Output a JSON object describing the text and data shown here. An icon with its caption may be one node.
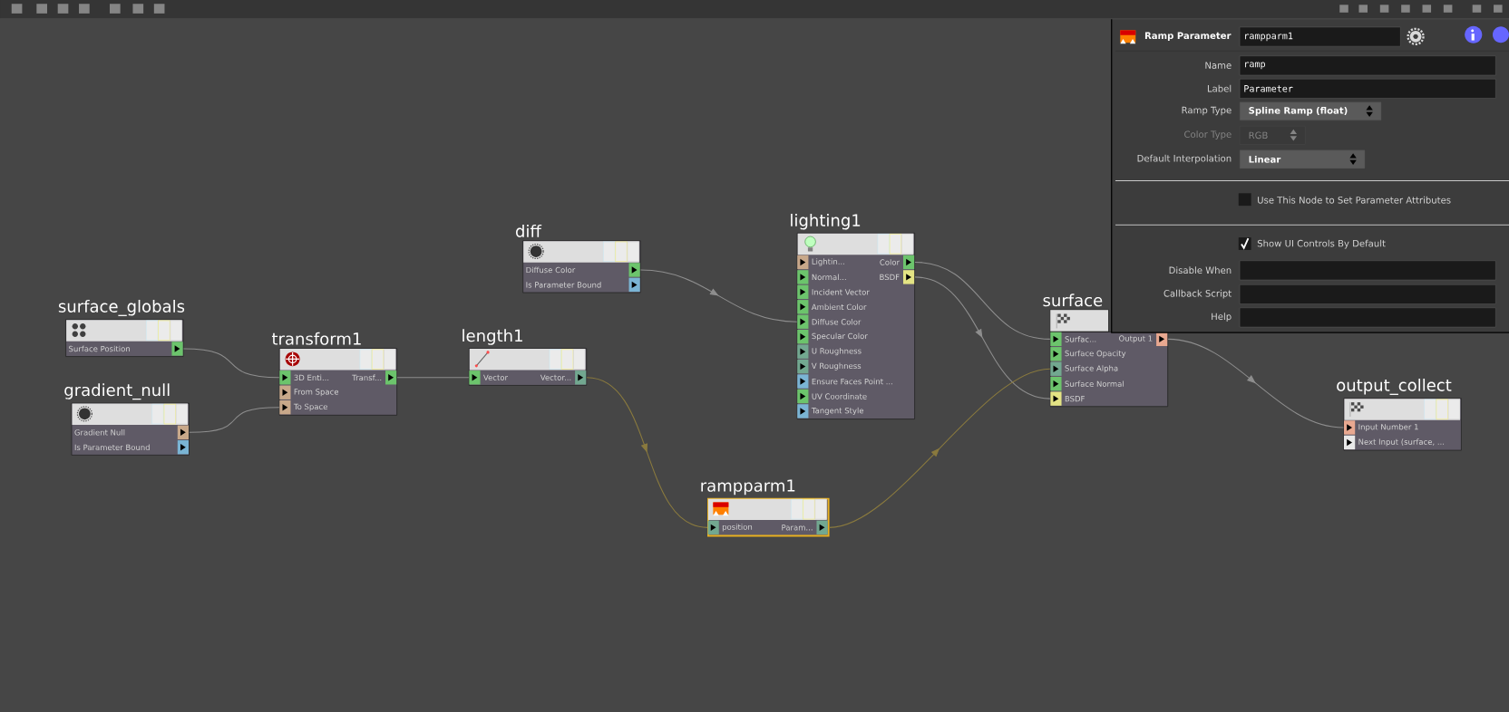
{
  "diagram": {
    "nodes": [
      {
        "text": [
          "surface_globals",
          "Surface Position"
        ]
      },
      {
        "text": [
          "gradient_null",
          "Gradient Null",
          "Is Parameter Bound"
        ]
      },
      {
        "text": [
          "transform1",
          "3D Enti...",
          "Transf...",
          "From Space",
          "To Space"
        ]
      },
      {
        "text": [
          "length1",
          "Vector",
          "Vector..."
        ]
      },
      {
        "text": [
          "diff",
          "Diffuse Color",
          "Is Parameter Bound"
        ]
      },
      {
        "text": [
          "lighting1",
          "Lightin...",
          "Color",
          "Normal...",
          "BSDF",
          "Incident Vector",
          "Ambient Color",
          "Diffuse Color",
          "Specular Color",
          "U Roughness",
          "V Roughness",
          "Ensure Faces Point ...",
          "UV Coordinate",
          "Tangent Style"
        ]
      },
      {
        "text": [
          "rampparm1",
          "position",
          "Param..."
        ]
      },
      {
        "text": [
          "surface",
          "Surfac...",
          "Output 1",
          "Surface Opacity",
          "Surface Alpha",
          "Surface Normal",
          "BSDF"
        ]
      },
      {
        "text": [
          "output_collect",
          "Input Number 1",
          "Next Input (surface, ..."
        ]
      },
      {
        "text": [
          "Ramp Parameter"
        ]
      },
      {
        "text": [
          "rampparm1"
        ],
        "in": 9
      },
      {
        "text": [
          "ramp"
        ],
        "beside": [
          "Name"
        ],
        "in": 9
      },
      {
        "text": [
          "Parameter"
        ],
        "beside": [
          "Label"
        ],
        "in": 9
      },
      {
        "text": [
          "Spline Ramp (float)"
        ],
        "beside": [
          "Ramp Type"
        ],
        "in": 9
      },
      {
        "text": [
          "RGB"
        ],
        "beside": [
          "Color Type"
        ],
        "in": 9
      },
      {
        "text": [
          "Linear"
        ],
        "beside": [
          "Default Interpolation"
        ],
        "in": 9
      },
      {
        "text": [],
        "shape": "box",
        "beside": [
          "Disable When"
        ],
        "in": 9
      },
      {
        "text": [],
        "shape": "box",
        "in": 9
      },
      {
        "text": [],
        "shape": "box",
        "beside": [
          "Help"
        ],
        "in": 9
      }
    ],
    "edges": [
      {
        "from": 0,
        "to": 2,
        "arrow": "none"
      },
      {
        "from": 1,
        "to": 2,
        "arrow": "none"
      },
      {
        "from": 2,
        "to": 3,
        "arrow": "none"
      },
      {
        "from": 4,
        "to": 5,
        "arrow": "to"
      },
      {
        "from": 3,
        "to": 6,
        "arrow": "to",
        "color": "#8a7a3e"
      },
      {
        "from": 5,
        "to": 7,
        "arrow": "none"
      },
      {
        "from": 5,
        "to": 7,
        "arrow": "to"
      },
      {
        "from": 6,
        "to": 7,
        "arrow": "to",
        "color": "#8a7a3e"
      },
      {
        "from": 7,
        "to": 8,
        "arrow": "to"
      }
    ],
    "labels": [
      "Use This Node to Set Parameter Attributes",
      "Show UI Controls By Default",
      "Callback Script"
    ]
  }
}
